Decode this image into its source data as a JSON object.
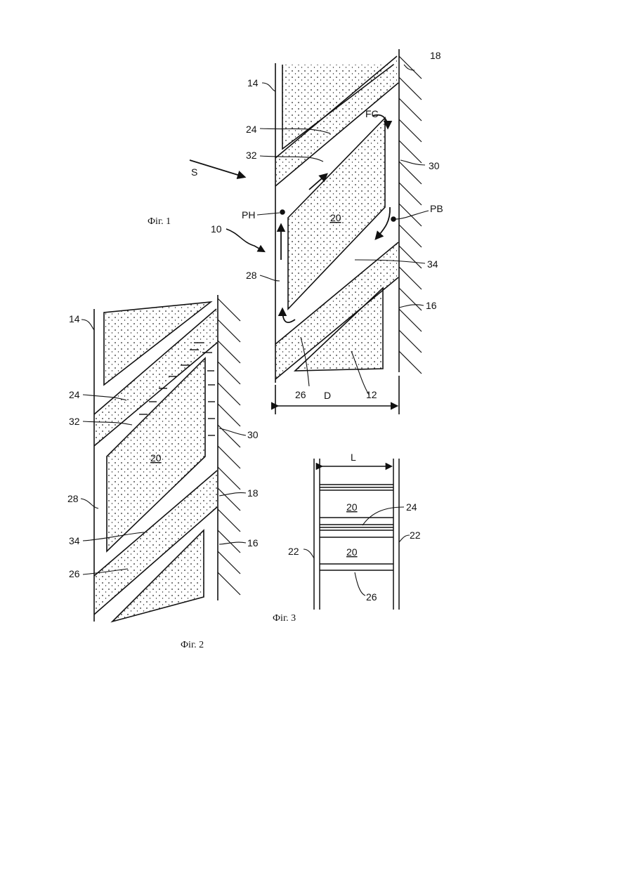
{
  "figures": {
    "fig1": {
      "caption": "Фіг. 1",
      "labels": {
        "l14": "14",
        "l18": "18",
        "l24": "24",
        "lFC": "FC",
        "l32": "32",
        "l30": "30",
        "lS": "S",
        "lPH": "PH",
        "lPB": "PB",
        "l20": "20",
        "l10": "10",
        "l34": "34",
        "l28": "28",
        "l16": "16",
        "l26": "26",
        "lD": "D",
        "l12": "12"
      }
    },
    "fig2": {
      "caption": "Фіг. 2",
      "labels": {
        "l14": "14",
        "l24": "24",
        "l32": "32",
        "l30": "30",
        "l20": "20",
        "l28": "28",
        "l18": "18",
        "l34": "34",
        "l16": "16",
        "l26": "26"
      }
    },
    "fig3": {
      "caption": "Фіг. 3",
      "labels": {
        "lL": "L",
        "l20a": "20",
        "l24": "24",
        "l22l": "22",
        "l22r": "22",
        "l20b": "20",
        "l26": "26"
      }
    }
  }
}
